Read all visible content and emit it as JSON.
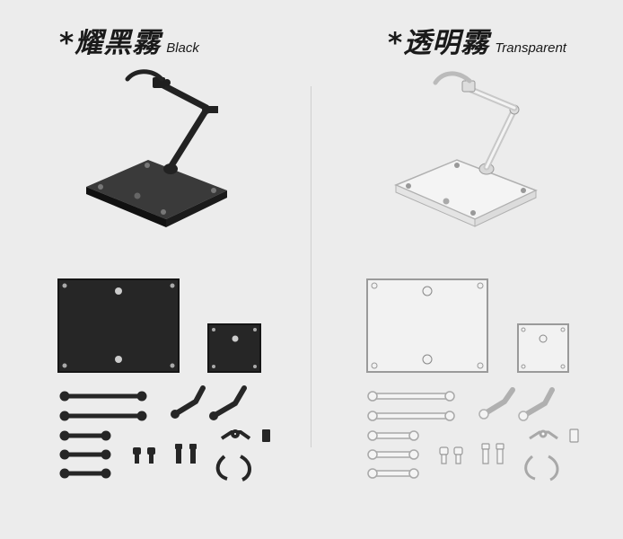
{
  "variants": [
    {
      "name_cn": "*耀黑霧",
      "name_en": "Black"
    },
    {
      "name_cn": "*透明霧",
      "name_en": "Transparent"
    }
  ],
  "colors": {
    "background": "#ececec",
    "black_part": "#262626",
    "clear_part_fill": "#f2f2f2",
    "clear_part_stroke": "#9a9a9a",
    "divider": "#cfcfcf"
  }
}
